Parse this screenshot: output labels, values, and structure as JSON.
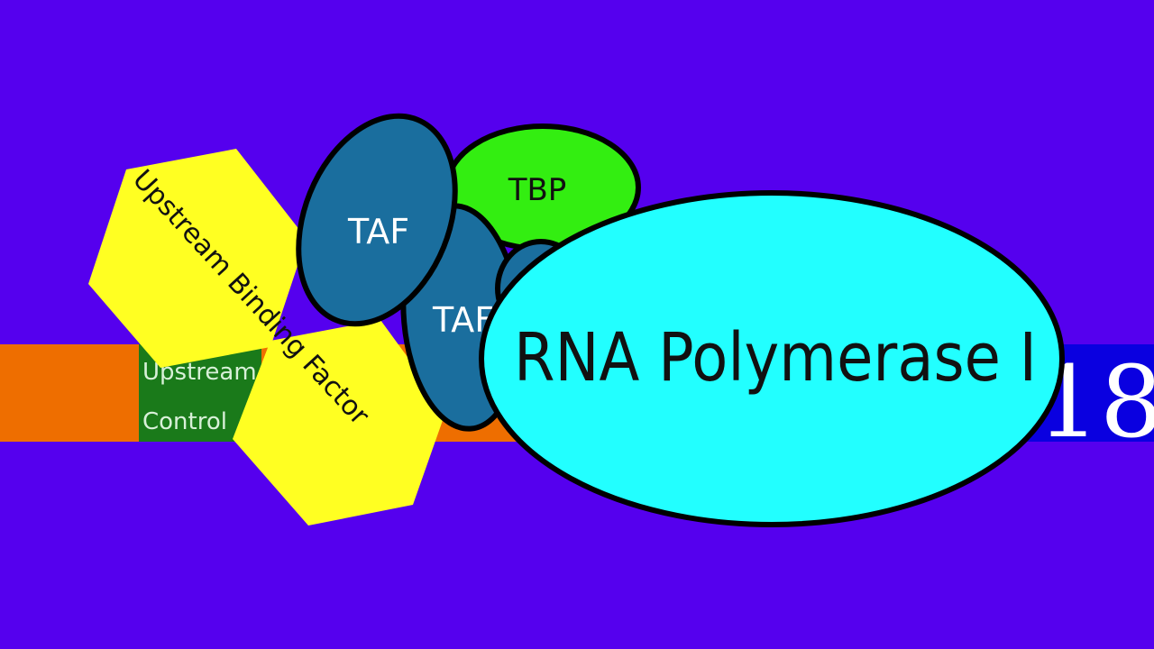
{
  "colors": {
    "background": "#5500ee",
    "dna_orange": "#ee6e00",
    "upstream_control_green": "#1a7a1a",
    "gene_blue": "#0a00e0",
    "binding_factor_yellow": "#ffff22",
    "taf_blue": "#1a6e9e",
    "tbp_green": "#33ee11",
    "polymerase_cyan": "#22ffff",
    "outline": "#000000"
  },
  "labels": {
    "upstream_control_line1": "Upstream",
    "upstream_control_line2": "Control",
    "upstream_binding_factor": "Upstream Binding Factor",
    "tbp": "TBP",
    "taf_1": "TAF",
    "taf_2": "TAF",
    "rna_polymerase": "RNA Polymerase I",
    "gene_label": "18"
  }
}
